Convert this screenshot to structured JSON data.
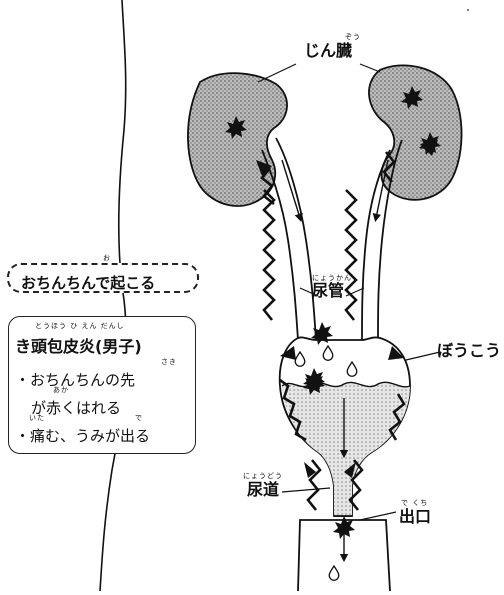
{
  "labels": {
    "kidney": {
      "text": "じん臓",
      "reading": "ぞう"
    },
    "ureter": {
      "text": "尿管",
      "reading": "にょうかん"
    },
    "bladder": {
      "text": "ぼうこう"
    },
    "urethra": {
      "text": "尿道",
      "reading": "にょうどう"
    },
    "exit": {
      "text": "出口",
      "reading": "で くち"
    }
  },
  "callout": {
    "text": "おちんちんで起こる",
    "reading": "お"
  },
  "info": {
    "title": "き頭包皮炎(男子)",
    "title_reading": "とうほう  ひ えん   だんし",
    "lines": [
      "・おちんちんの先",
      "が赤くはれる",
      "・痛む、うみが出る"
    ],
    "line_readings": [
      "さき",
      "あか",
      "いた",
      "で"
    ]
  }
}
